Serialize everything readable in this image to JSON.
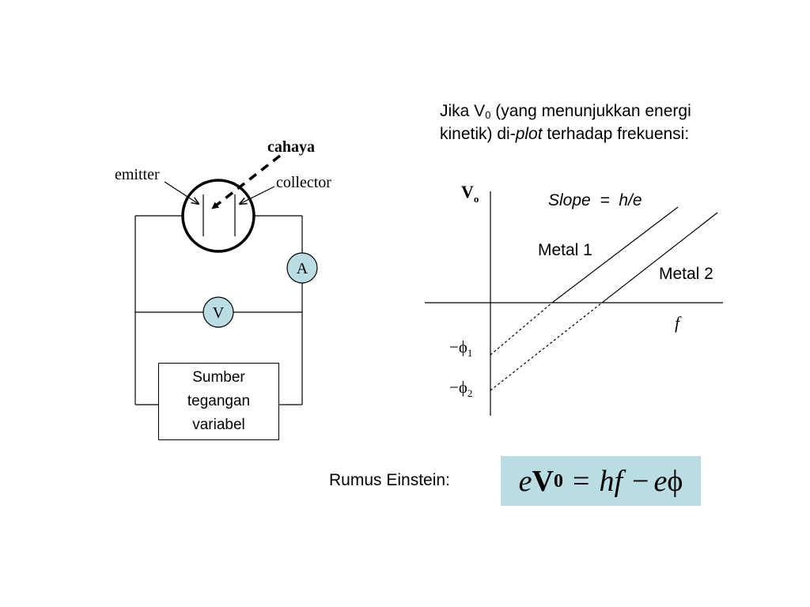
{
  "circuit": {
    "light_label": "cahaya",
    "emitter_label": "emitter",
    "collector_label": "collector",
    "ammeter_label": "A",
    "voltmeter_label": "V",
    "source_lines": [
      "Sumber",
      "tegangan",
      "variabel"
    ]
  },
  "caption": {
    "line1_pre": "Jika V",
    "line1_sub": "0",
    "line1_post": " (yang menunjukkan energi",
    "line2_pre": "kinetik) di-",
    "line2_italic": "plot",
    "line2_post": " terhadap frekuensi:"
  },
  "graph": {
    "y_axis_label": "V",
    "y_axis_sub": "o",
    "x_axis_label": "f",
    "slope_italic": "Slope",
    "slope_rest": "  =  h/e",
    "metal1_label": "Metal 1",
    "metal2_label": "Metal 2",
    "phi1_label": "−ϕ",
    "phi1_sub": "1",
    "phi2_label": "−ϕ",
    "phi2_sub": "2"
  },
  "einstein": {
    "label": "Rumus Einstein:",
    "e1": "e",
    "V": "V",
    "V_sub": "0",
    "eq": "=",
    "hf": "hf",
    "minus": "−",
    "e2": "e",
    "phi": "ϕ"
  },
  "colors": {
    "meter_fill": "#b9dde2",
    "formula_fill": "#b9dde2",
    "stroke": "#000000"
  }
}
